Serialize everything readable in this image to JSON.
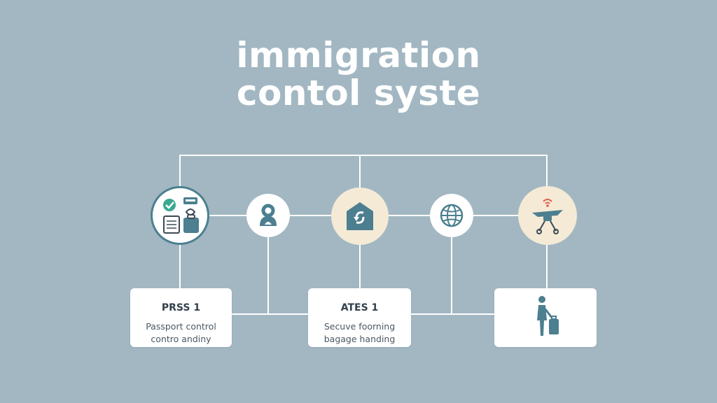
{
  "title": {
    "line1": "immigration",
    "line2": "contol syste"
  },
  "colors": {
    "background": "#a2b7c2",
    "teal": "#4c7f8f",
    "check_green": "#3aa98f",
    "line": "#ffffff",
    "node_cream": "#f4ead6"
  },
  "nodes": [
    {
      "icon": "documents-luggage-icon"
    },
    {
      "icon": "person-icon"
    },
    {
      "icon": "house-arrows-icon"
    },
    {
      "icon": "globe-icon"
    },
    {
      "icon": "drone-signal-icon"
    }
  ],
  "cards": [
    {
      "title": "PRSS 1",
      "lines": [
        "Passport control",
        "contro andiny"
      ]
    },
    {
      "title": "ATES 1",
      "lines": [
        "Secuve foorning",
        "bagage handing"
      ]
    },
    {
      "icon": "traveler-luggage-icon"
    }
  ]
}
